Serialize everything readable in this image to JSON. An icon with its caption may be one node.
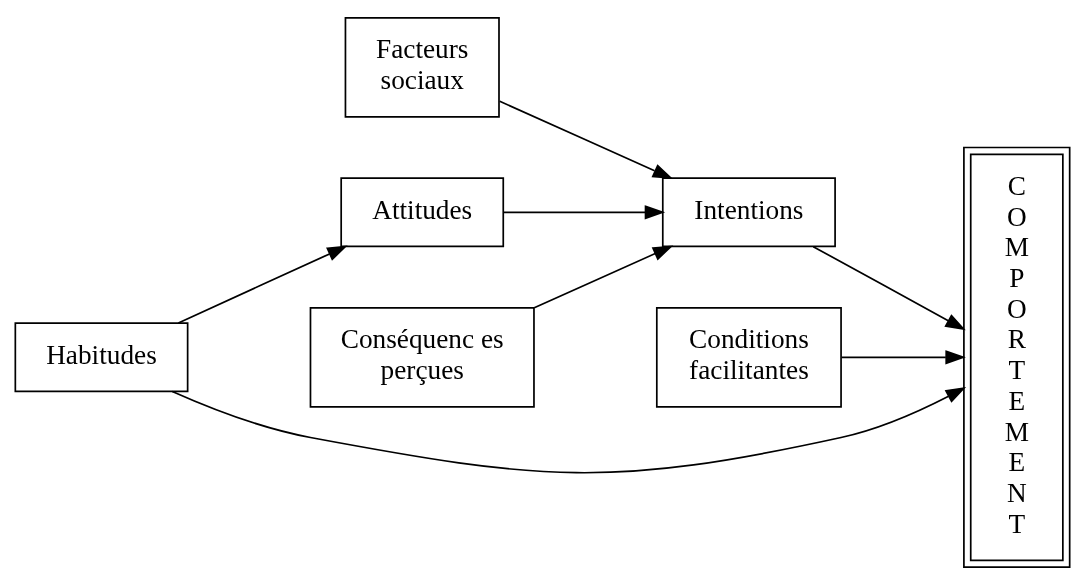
{
  "diagram": {
    "nodes": [
      {
        "text": [
          "Facteurs sociaux"
        ]
      },
      {
        "text": [
          "Conséquenc es perçues"
        ]
      },
      {
        "text": [
          "Intentions"
        ]
      },
      {
        "text": [
          "Attitudes"
        ]
      },
      {
        "text": [
          "Conditions facilitantes"
        ]
      },
      {
        "text": [
          "COMPORTEMENT"
        ]
      },
      {
        "text": [
          "Habitudes"
        ]
      }
    ],
    "edges": [
      {
        "from": 0,
        "to": 2,
        "arrow": "to"
      },
      {
        "from": 1,
        "to": 2,
        "arrow": "to"
      },
      {
        "from": 3,
        "to": 2,
        "arrow": "to"
      },
      {
        "from": 2,
        "to": 5,
        "arrow": "to"
      },
      {
        "from": 4,
        "to": 5,
        "arrow": "to"
      },
      {
        "from": 6,
        "to": 3,
        "arrow": "to"
      },
      {
        "from": 6,
        "to": 5,
        "arrow": "to"
      }
    ]
  }
}
